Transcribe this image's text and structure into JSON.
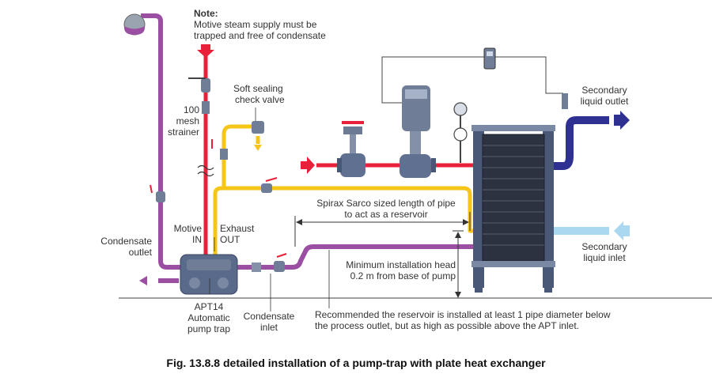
{
  "note": {
    "heading": "Note:",
    "line1": "Motive steam supply must be",
    "line2": "trapped and free of condensate"
  },
  "labels": {
    "strainer": [
      "100",
      "mesh",
      "strainer"
    ],
    "check_valve": [
      "Soft sealing",
      "check valve"
    ],
    "reservoir": [
      "Spirax Sarco sized length of pipe",
      "to act as a reservoir"
    ],
    "secondary_out": [
      "Secondary",
      "liquid outlet"
    ],
    "secondary_in": [
      "Secondary",
      "liquid inlet"
    ],
    "condensate_outlet": [
      "Condensate",
      "outlet"
    ],
    "motive_in": [
      "Motive",
      "IN"
    ],
    "exhaust_out": [
      "Exhaust",
      "OUT"
    ],
    "min_head": [
      "Minimum installation head",
      "0.2 m from base of pump"
    ],
    "apt14": [
      "APT14",
      "Automatic",
      "pump trap"
    ],
    "condensate_inlet": [
      "Condensate",
      "inlet"
    ],
    "recommend": [
      "Recommended the reservoir is installed at least 1 pipe diameter below",
      "the process outlet, but as high as possible above the APT inlet."
    ]
  },
  "caption": "Fig. 13.8.8 detailed installation of a pump-trap with plate heat exchanger",
  "colors": {
    "steam": "#e8203a",
    "condensate": "#9b4fa3",
    "exhaust": "#f5c518",
    "secondary_out": "#2e3192",
    "secondary_in": "#a9d8f0",
    "equipment": "#5a6a8a"
  }
}
